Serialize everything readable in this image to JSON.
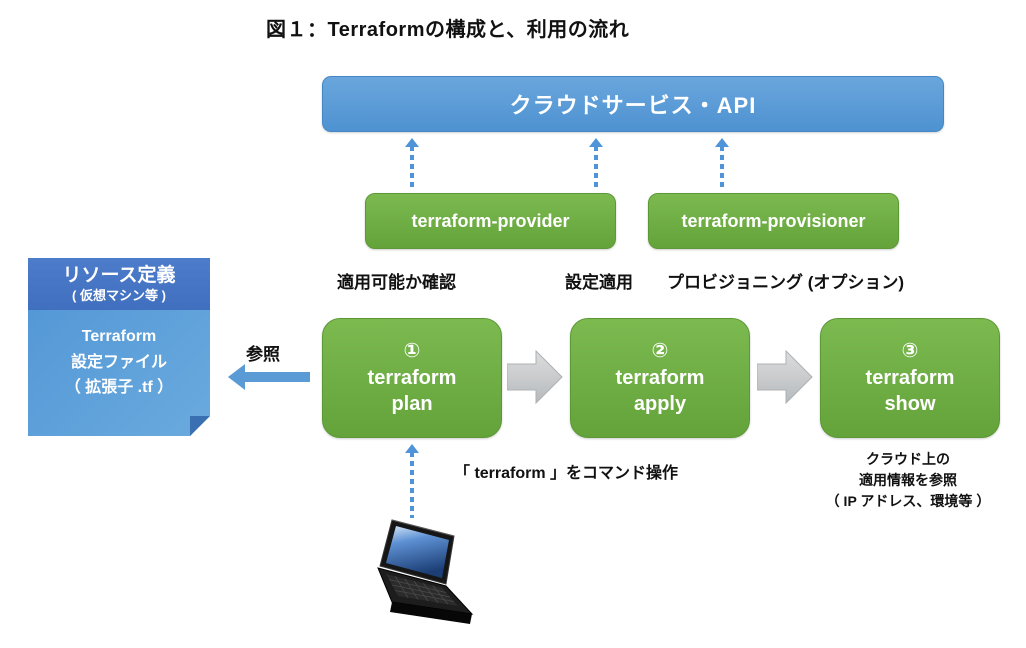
{
  "title": "図１：Terraformの構成と、利用の流れ",
  "cloud_api": {
    "label": "クラウドサービス・API"
  },
  "provider_boxes": {
    "provider": "terraform-provider",
    "provisioner": "terraform-provisioner"
  },
  "action_labels": {
    "check": "適用可能か確認",
    "apply": "設定適用",
    "provisioning": "プロビジョニング (オプション)"
  },
  "resource_note": {
    "header_title": "リソース定義",
    "header_sub": "( 仮想マシン等 )",
    "body_line1": "Terraform",
    "body_line2": "設定ファイル",
    "body_line3": "（ 拡張子 .tf ）"
  },
  "reference_label": "参照",
  "commands": [
    {
      "number": "①",
      "tool": "terraform",
      "action": "plan"
    },
    {
      "number": "②",
      "tool": "terraform",
      "action": "apply"
    },
    {
      "number": "③",
      "tool": "terraform",
      "action": "show"
    }
  ],
  "command_caption": "「 terraform 」をコマンド操作",
  "show_caption": {
    "line1": "クラウド上の",
    "line2": "適用情報を参照",
    "line3": "（ IP アドレス、環境等 ）"
  },
  "colors": {
    "cloud_blue": "#5b9bd5",
    "box_green": "#70ad47",
    "note_header_blue": "#4472c4",
    "note_body_blue": "#5b9bd5",
    "dotted_arrow_blue": "#4f93d8",
    "block_arrow_gray": "#c9c9c9"
  }
}
